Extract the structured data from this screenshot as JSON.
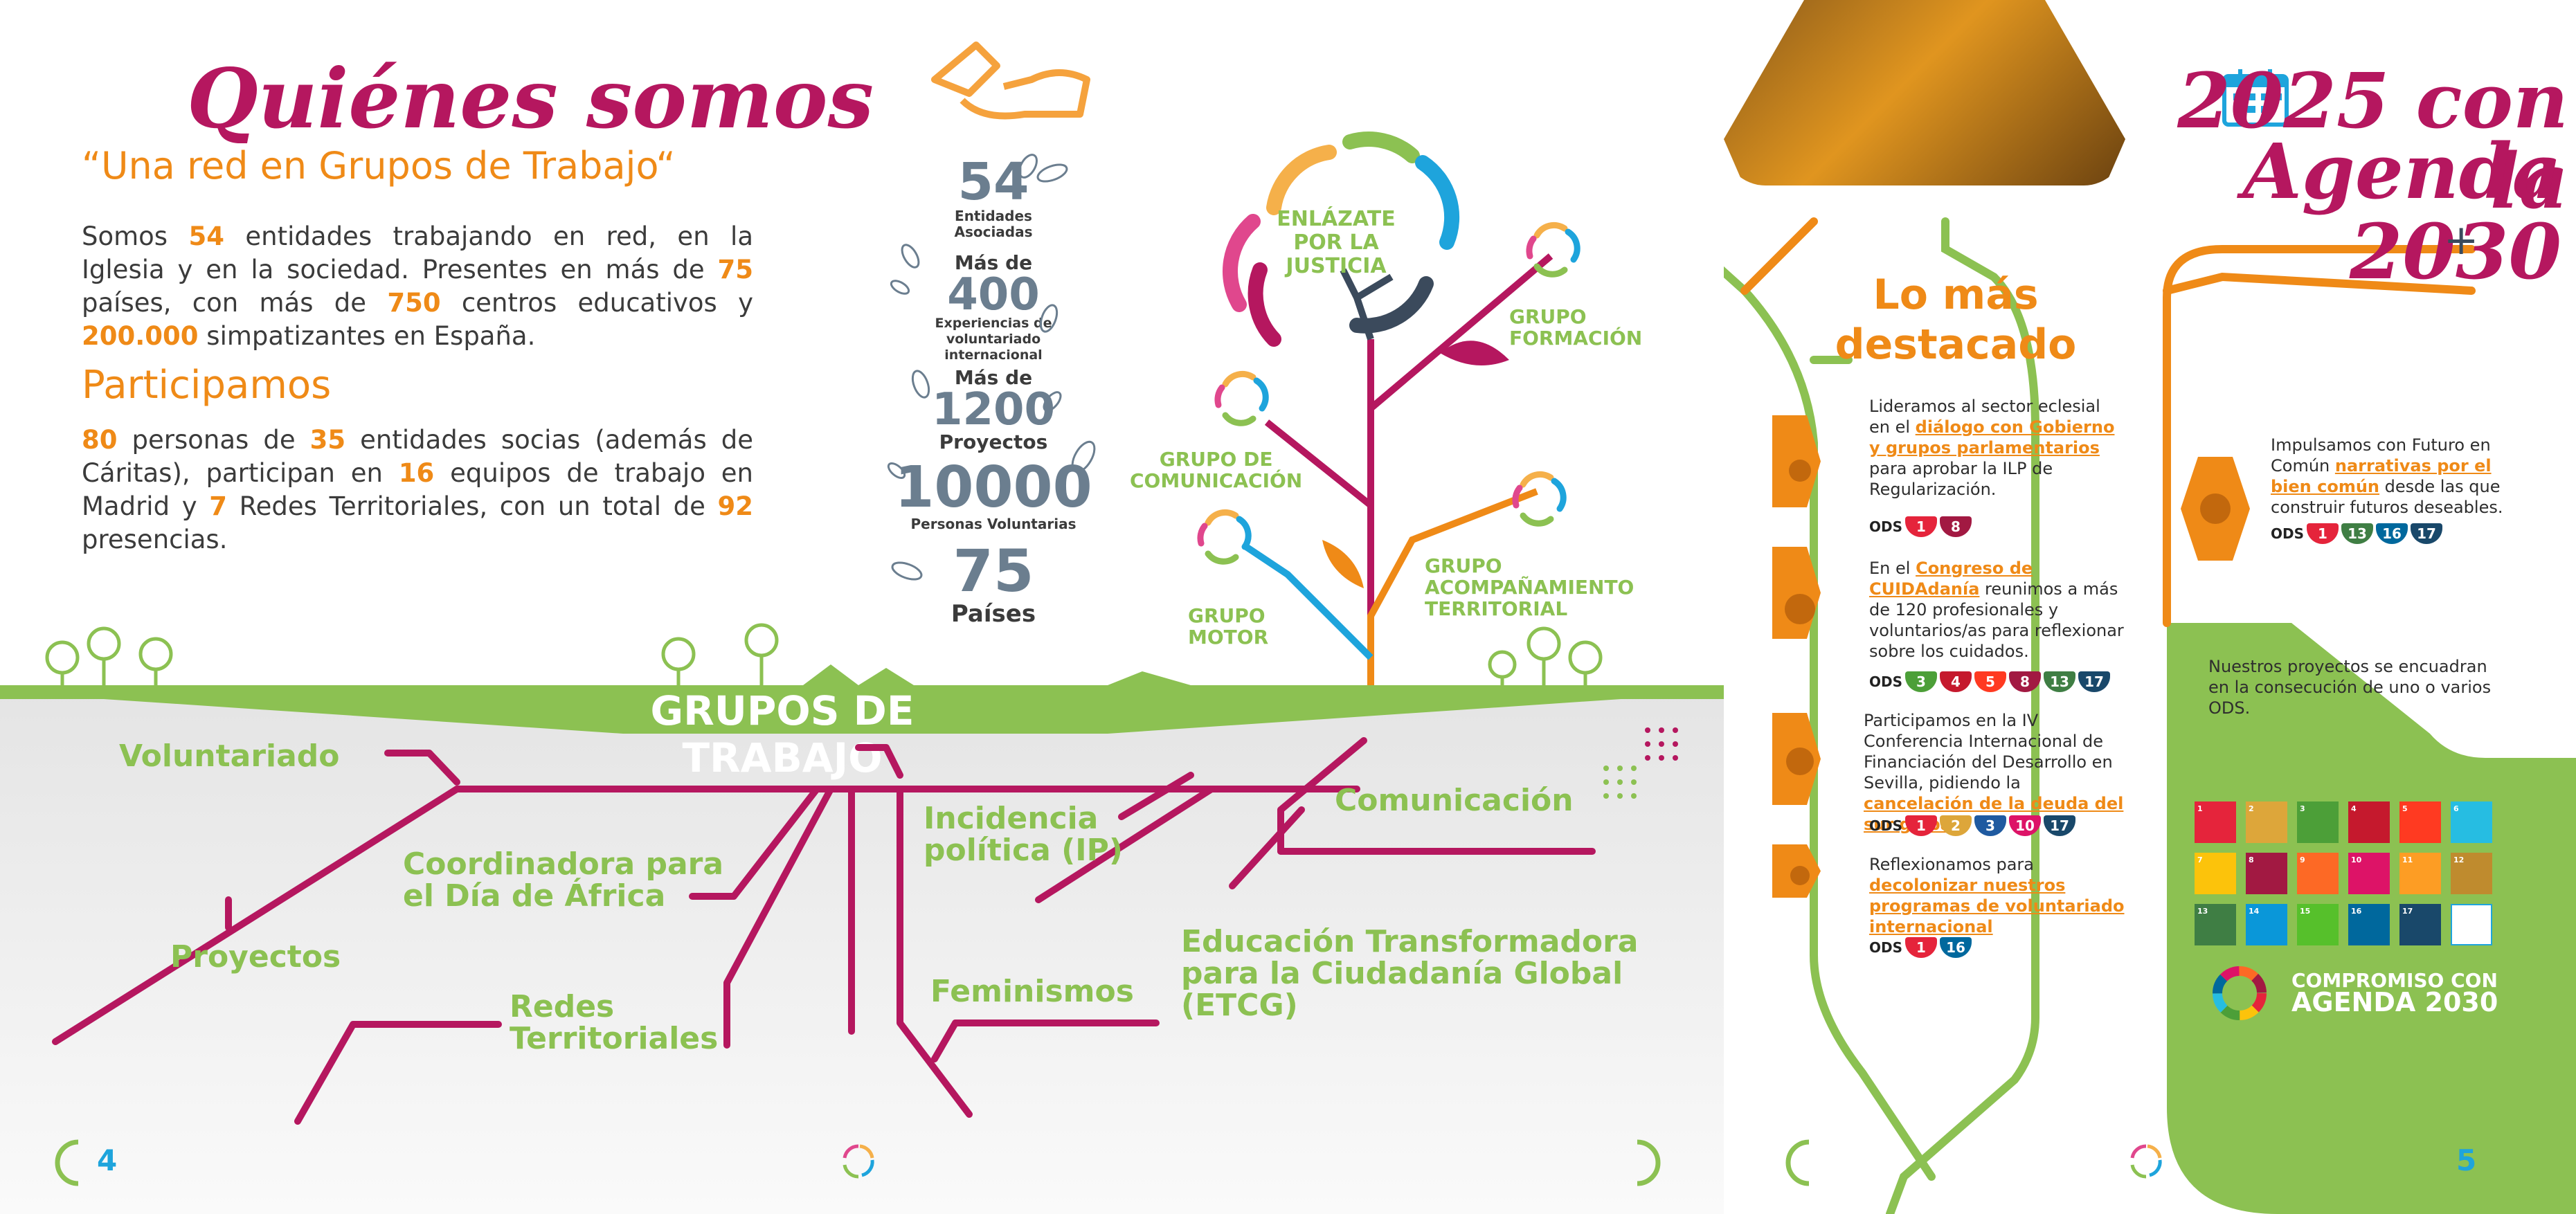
{
  "left": {
    "title": "Quiénes somos",
    "subtitle": "“Una red en Grupos de Trabajo“",
    "intro": {
      "p1": "Somos ",
      "n1": "54",
      "p2": " entidades trabajando en red, en la Iglesia y en la sociedad. Presentes en más de ",
      "n2": "75",
      "p3": " países, con más de ",
      "n3": "750",
      "p4": " centros educativos y ",
      "n4": "200.000",
      "p5": " simpatizantes en España."
    },
    "participamos_title": "Participamos",
    "participamos": {
      "n1": "80",
      "p1": " personas de ",
      "n2": "35",
      "p2": " entidades socias (además de Cári­tas), participan en ",
      "n3": "16",
      "p3": " equipos de trabajo en Madrid y ",
      "n4": "7",
      "p4": " Redes Territoriales, con un total de ",
      "n5": "92",
      "p5": " presencias."
    },
    "stats": [
      {
        "num": "54",
        "label": "Entidades\nAsociadas"
      },
      {
        "pre": "Más de",
        "num": "400",
        "label": "Experiencias de voluntariado internacional"
      },
      {
        "pre": "Más de",
        "num": "1200",
        "label": "Proyectos"
      },
      {
        "num": "10000",
        "label": "Personas Voluntarias"
      },
      {
        "num": "75",
        "label": "Países"
      }
    ],
    "tree": {
      "center": "ENLÁZATE\nPOR LA\nJUSTICIA",
      "formacion": "GRUPO\nFORMACIÓN",
      "comunicacion": "GRUPO DE\nCOMUNICACIÓN",
      "acompanamiento": "GRUPO\nACOMPAÑAMIENTO\nTERRITORIAL",
      "motor": "GRUPO\nMOTOR"
    },
    "banner": "GRUPOS DE TRABAJO",
    "groups": {
      "voluntariado": "Voluntariado",
      "coordinadora": "Coordinadora para\nel Día de África",
      "proyectos": "Proyectos",
      "redes": "Redes\nTerritoriales",
      "incidencia": "Incidencia\npolítica (IP)",
      "feminismos": "Feminismos",
      "comunicacion": "Comunicación",
      "educacion": "Educación Transformadora\npara la Ciudadanía Global\n(ETCG)"
    },
    "page_number": "4"
  },
  "right": {
    "title_line1": "2025 con la",
    "title_line2": "Agenda 2030",
    "plus": "+",
    "destacado_title": "Lo más\ndestacado",
    "items": [
      {
        "pre": "Lideramos al sector eclesial en el ",
        "link": "diálogo con Gobierno y grupos parlamentarios",
        "post": " para aprobar la ILP de Regularización.",
        "ods": [
          "1",
          "8"
        ]
      },
      {
        "pre": "En el ",
        "link": "Congreso de CUIDAdanía",
        "post": " reunimos a más de 120 profesionales y voluntarios/as para reflexionar sobre los cuidados.",
        "ods": [
          "3",
          "4",
          "5",
          "8",
          "13",
          "17"
        ]
      },
      {
        "pre": "Participamos en la IV Conferencia Internacional de Financiación del Desarrollo en Sevilla, pidiendo la ",
        "link": "cancelación de la deuda del sur global",
        "post": " .",
        "ods": [
          "1",
          "2",
          "3",
          "10",
          "17"
        ]
      },
      {
        "pre": "Reflexionamos para ",
        "link": "decolonizar nuestros programas de voluntariado internacional",
        "post": "",
        "ods": [
          "1",
          "16"
        ]
      }
    ],
    "futuro": {
      "pre": "Impulsamos con Futuro en Común ",
      "link": "narrativas por el bien común",
      "post": " desde las que construir futuros deseables.",
      "ods": [
        "1",
        "13",
        "16",
        "17"
      ]
    },
    "ods_label": "ODS",
    "proyectos_note": "Nuestros proyectos se encuadran en la consecución de uno o varios ODS.",
    "compromiso_line1": "COMPROMISO CON",
    "compromiso_line2": "AGENDA 2030",
    "page_number": "5",
    "colors": {
      "magenta": "#b5175f",
      "orange": "#ef8a17",
      "green": "#8cc152",
      "slate": "#6b7e8f"
    }
  }
}
